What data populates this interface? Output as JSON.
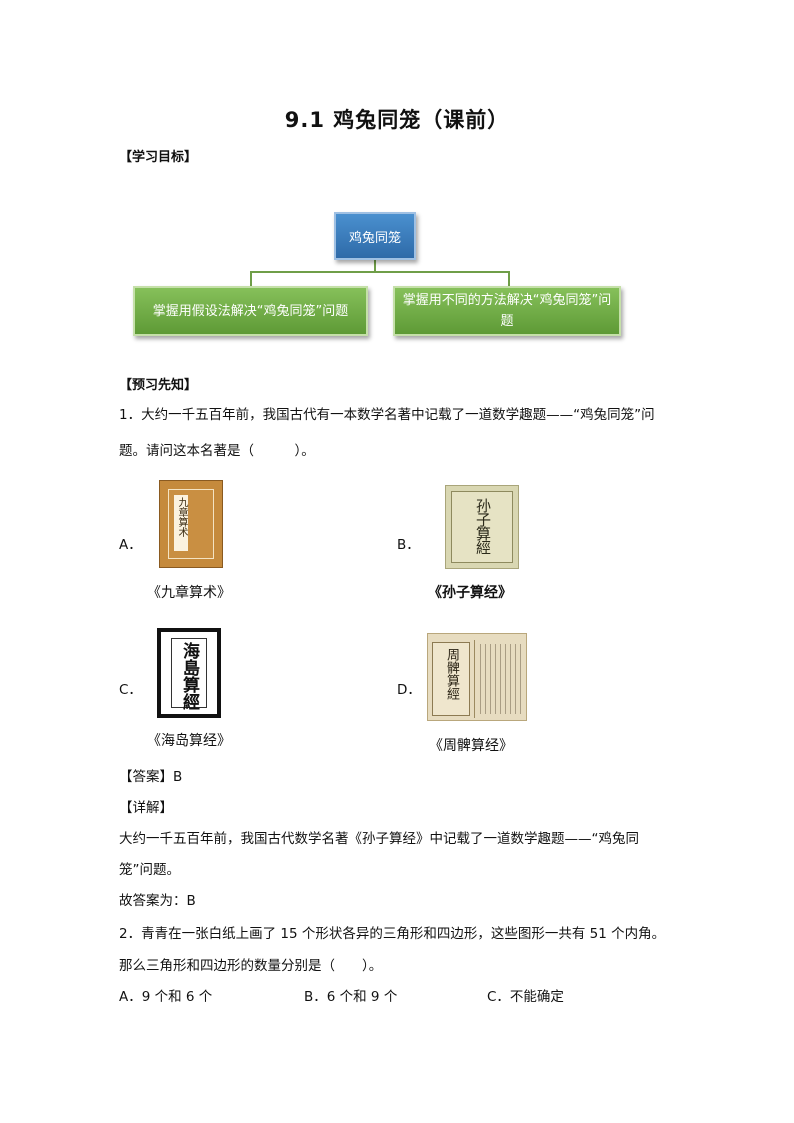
{
  "document": {
    "title": "9.1 鸡兔同笼（课前）",
    "section_goals": "【学习目标】",
    "diagram": {
      "root": "鸡兔同笼",
      "children": [
        "掌握用假设法解决“鸡兔同笼”问题",
        "掌握用不同的方法解决“鸡兔同笼”问题"
      ]
    },
    "section_preview": "【预习先知】",
    "q1": {
      "line1": "1．大约一千五百年前，我国古代有一本数学名著中记载了一道数学趣题——“鸡兔同笼”问",
      "line2": "题。请问这本名著是（　　　）。",
      "options": [
        {
          "letter": "A．",
          "caption": "《九章算术》",
          "cover_text": "九章算术"
        },
        {
          "letter": "B．",
          "caption": "《孙子算经》",
          "cover_text": "孙子算經"
        },
        {
          "letter": "C．",
          "caption": "《海岛算经》",
          "cover_text": "海島算經"
        },
        {
          "letter": "D．",
          "caption": "《周髀算经》",
          "cover_text": "周髀算經"
        }
      ],
      "answer": "【答案】B",
      "detail_label": "【详解】",
      "detail_line1": "大约一千五百年前，我国古代数学名著《孙子算经》中记载了一道数学趣题——“鸡兔同",
      "detail_line2": "笼”问题。",
      "conclusion": "故答案为：B"
    },
    "q2": {
      "line1": "2．青青在一张白纸上画了 15 个形状各异的三角形和四边形，这些图形一共有 51 个内角。",
      "line2": "那么三角形和四边形的数量分别是（　　）。",
      "options": [
        "A．9 个和 6 个",
        "B．6 个和 9 个",
        "C．不能确定"
      ]
    }
  },
  "colors": {
    "root_node": "#3a7dbf",
    "child_node": "#72ad48"
  }
}
